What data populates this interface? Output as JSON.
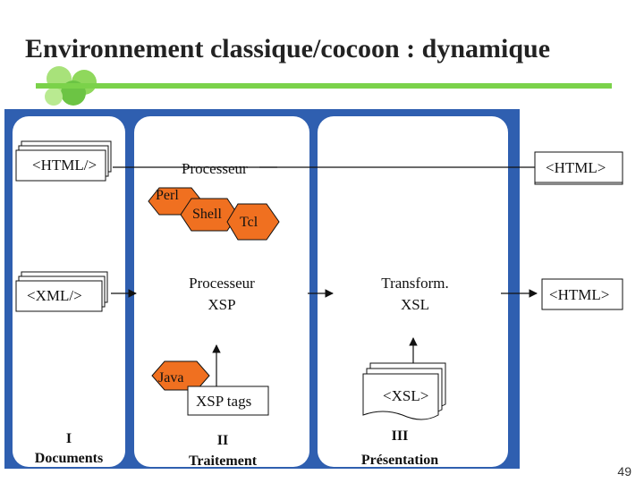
{
  "slide": {
    "title": "Environnement classique/cocoon : dynamique",
    "page_number": "49"
  },
  "diagram": {
    "columns": {
      "documents": {
        "numeral": "I",
        "label": "Documents"
      },
      "traitement": {
        "numeral": "II",
        "label": "Traitement"
      },
      "presentation": {
        "numeral": "III",
        "label": "Présentation"
      }
    },
    "nodes": {
      "html_doc": "<HTML/>",
      "xml_doc": "<XML/>",
      "processeur": "Processeur",
      "perl": "Perl",
      "shell": "Shell",
      "tcl": "Tcl",
      "processeur_xsp_line1": "Processeur",
      "processeur_xsp_line2": "XSP",
      "transform_line1": "Transform.",
      "transform_line2": "XSL",
      "html_out_top": "<HTML>",
      "html_out_bottom": "<HTML>",
      "java": "Java",
      "xsp_tags": "XSP tags",
      "xsl_doc": "<XSL>"
    },
    "colors": {
      "panel": "#2f5fb0",
      "column_bg": "#ffffff",
      "hexagon": "#f07020",
      "accent_green": "#7bd24a"
    }
  }
}
